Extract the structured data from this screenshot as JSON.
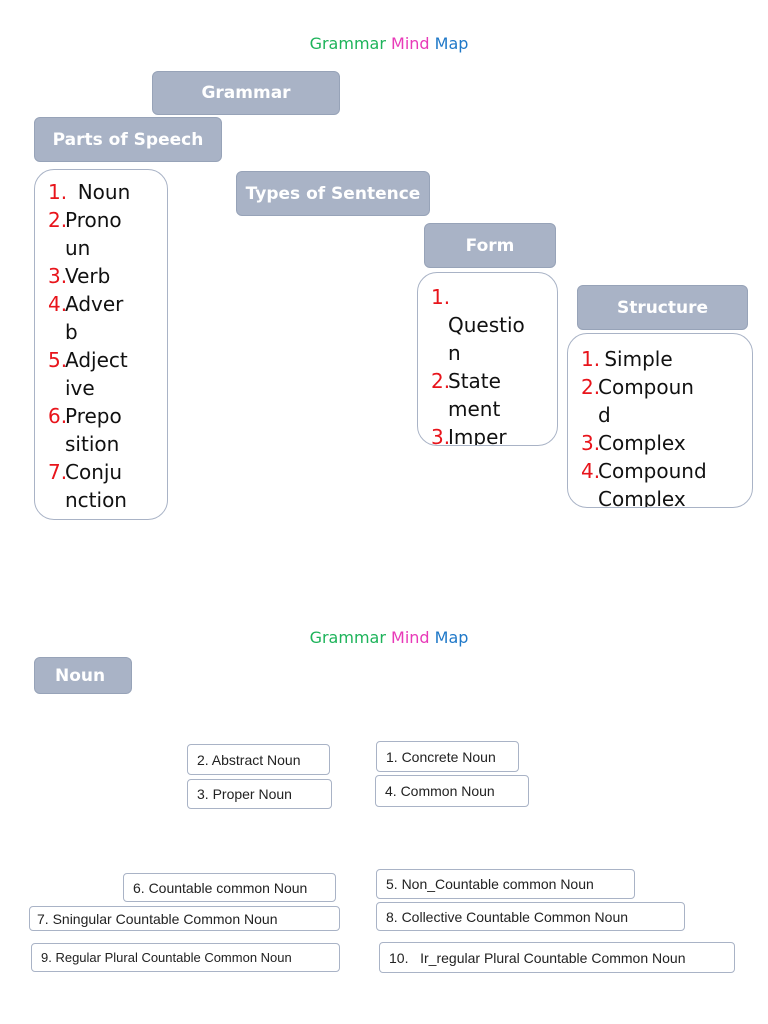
{
  "page1": {
    "title": {
      "w1": "Grammar",
      "w2": "Mind",
      "w3": "Map"
    },
    "grammar_label": "Grammar",
    "parts_of_speech": {
      "label": "Parts of Speech",
      "items": [
        {
          "num": "1.",
          "lines": [
            "  Noun"
          ]
        },
        {
          "num": "2.",
          "lines": [
            "Prono",
            "un"
          ]
        },
        {
          "num": "3.",
          "lines": [
            "Verb"
          ]
        },
        {
          "num": "4.",
          "lines": [
            "Adver",
            "b"
          ]
        },
        {
          "num": "5.",
          "lines": [
            "Adject",
            "ive"
          ]
        },
        {
          "num": "6.",
          "lines": [
            "Prepo",
            "sition"
          ]
        },
        {
          "num": "7.",
          "lines": [
            "Conju",
            "nction"
          ]
        }
      ]
    },
    "types_of_sentence": {
      "label": "Types of Sentence"
    },
    "form": {
      "label": "Form",
      "items": [
        {
          "num": "1.",
          "lines": [
            "",
            "Questio",
            "n"
          ]
        },
        {
          "num": "2.",
          "lines": [
            "State",
            "ment"
          ]
        },
        {
          "num": "3.",
          "lines": [
            "Imper"
          ]
        }
      ]
    },
    "structure": {
      "label": "Structure",
      "items": [
        {
          "num": "1.",
          "lines": [
            " Simple"
          ]
        },
        {
          "num": "2.",
          "lines": [
            "Compoun",
            "d"
          ]
        },
        {
          "num": "3.",
          "lines": [
            "Complex"
          ]
        },
        {
          "num": "4.",
          "lines": [
            "Compound",
            "Complex"
          ]
        }
      ]
    }
  },
  "page2": {
    "title": {
      "w1": "Grammar",
      "w2": "Mind",
      "w3": "Map"
    },
    "noun_label": "Noun",
    "noun_types": {
      "abstract": "2. Abstract Noun",
      "concrete": "1. Concrete Noun",
      "proper": "3. Proper Noun",
      "common": "4. Common Noun",
      "countable": "6. Countable common Noun",
      "non_countable": "5. Non_Countable common Noun",
      "singular": "7. Sningular Countable Common Noun",
      "collective": "8. Collective Countable Common Noun",
      "regular_plural": "9. Regular Plural Countable Common Noun",
      "irregular_plural": "10.   Ir_regular Plural Countable Common Noun"
    }
  }
}
